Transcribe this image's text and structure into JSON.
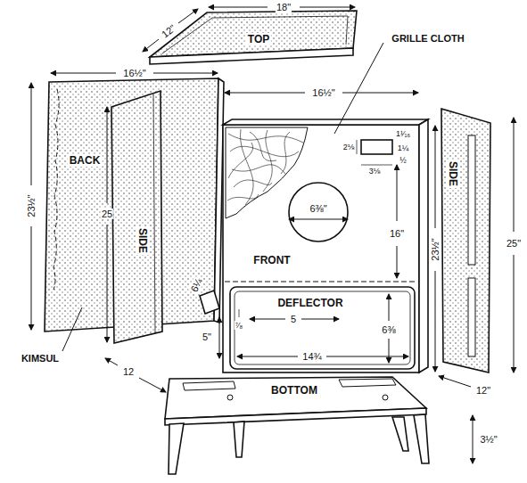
{
  "diagram": {
    "nodes": [
      {
        "text": [
          "TOP"
        ]
      },
      {
        "text": [
          "BACK"
        ]
      },
      {
        "text": [
          "SIDE"
        ]
      },
      {
        "text": [
          "FRONT"
        ]
      },
      {
        "text": [
          "DEFLECTOR"
        ],
        "in": 3
      },
      {
        "text": [
          "SIDE"
        ]
      },
      {
        "text": [
          "BOTTOM"
        ]
      }
    ],
    "labels": [
      "GRILLE CLOTH",
      "KIMSUL",
      "18\"",
      "12\"",
      "16½\"",
      "23½\"",
      "25",
      "16½\"",
      "1¹⁄₁₆",
      "2⅛",
      "1¼",
      "3⅛",
      "½",
      "6⅜\"",
      "16\"",
      "23½\"",
      "25\"",
      "6¼",
      "5\"",
      "⁷⁄₈",
      "5",
      "6⅜",
      "14¾",
      "12",
      "12\"",
      "3½\""
    ]
  }
}
